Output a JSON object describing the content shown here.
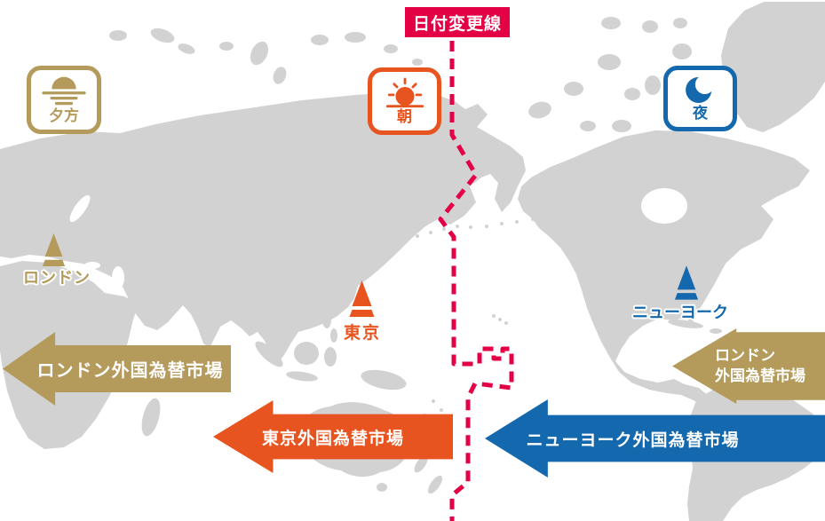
{
  "date_line": {
    "label": "日付変更線"
  },
  "time_zones": {
    "evening": {
      "label": "夕方",
      "icon": "sunset-icon"
    },
    "morning": {
      "label": "朝",
      "icon": "sunrise-icon"
    },
    "night": {
      "label": "夜",
      "icon": "crescent-moon-icon"
    }
  },
  "cities": {
    "london": {
      "label": "ロンドン"
    },
    "tokyo": {
      "label": "東京"
    },
    "new_york": {
      "label": "ニューヨーク"
    }
  },
  "markets": {
    "london": {
      "label": "ロンドン外国為替市場"
    },
    "tokyo": {
      "label": "東京外国為替市場"
    },
    "new_york": {
      "label": "ニューヨーク外国為替市場"
    },
    "london_right": {
      "line1": "ロンドン",
      "line2": "外国為替市場"
    }
  },
  "colors": {
    "date_line_red": "#E40045",
    "london_tan": "#B49A5B",
    "tokyo_orange": "#E8541F",
    "new_york_blue": "#1468AD",
    "land_gray": "#D2D2D2",
    "ocean_white": "#FFFFFF"
  }
}
